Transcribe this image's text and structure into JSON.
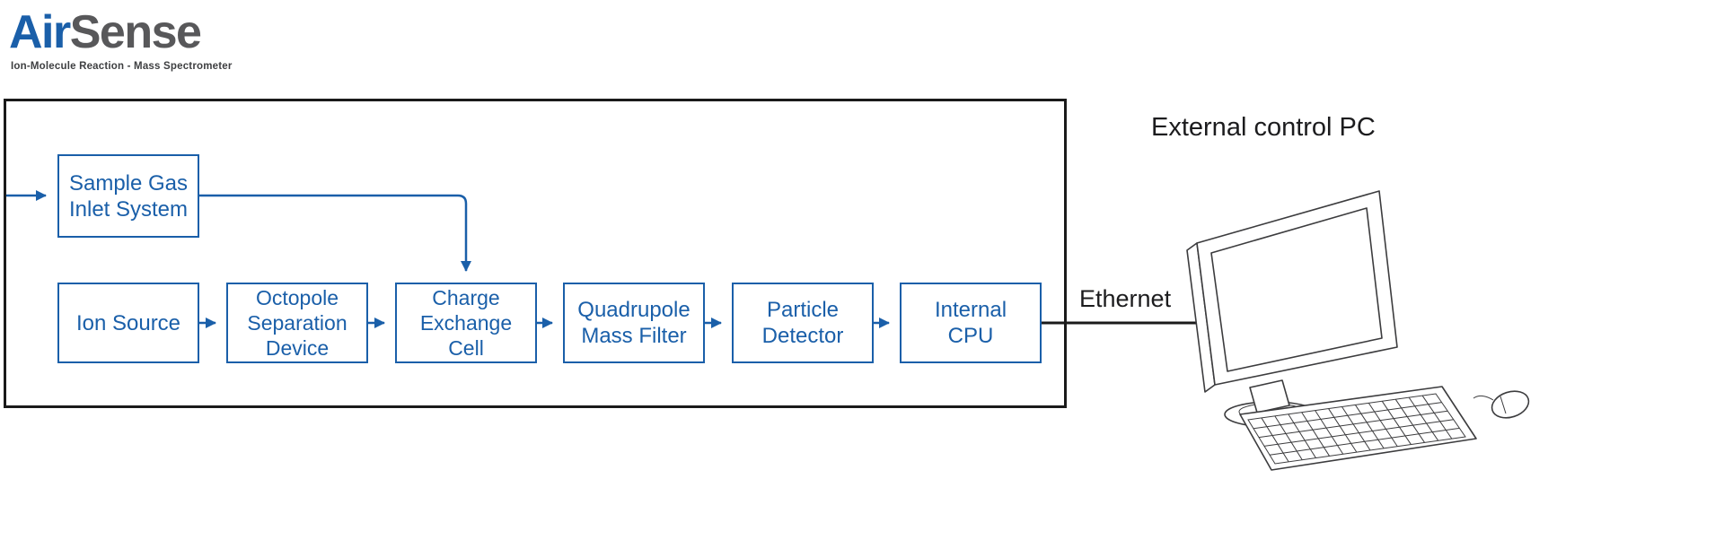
{
  "logo": {
    "air": "Air",
    "sense": "Sense",
    "subtitle": "Ion-Molecule Reaction - Mass Spectrometer"
  },
  "labels": {
    "external_pc": "External control PC",
    "ethernet": "Ethernet"
  },
  "boxes": {
    "sample_gas": "Sample Gas\nInlet System",
    "ion_source": "Ion Source",
    "octopole": "Octopole\nSeparation\nDevice",
    "charge_exchange": "Charge\nExchange\nCell",
    "quadrupole": "Quadrupole\nMass Filter",
    "particle_detector": "Particle\nDetector",
    "internal_cpu": "Internal\nCPU"
  },
  "colors": {
    "accent_blue": "#1a5fa9",
    "outline_dark": "#1a1a1a",
    "logo_gray": "#58585a"
  }
}
